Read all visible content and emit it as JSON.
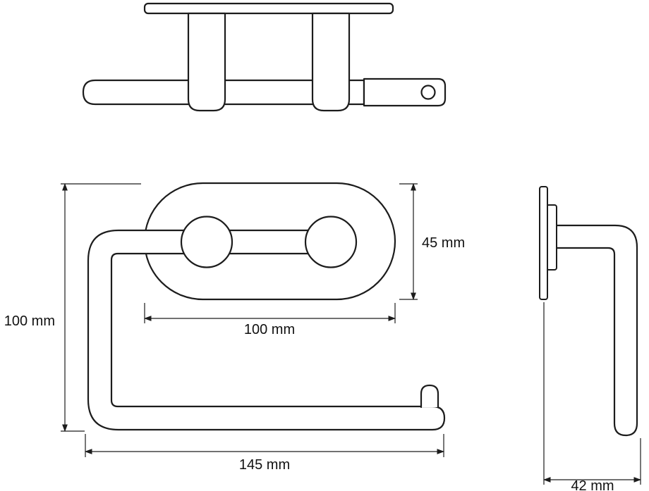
{
  "colors": {
    "background": "#ffffff",
    "line": "#1c1c1c",
    "text": "#111111"
  },
  "dimensions": {
    "overall_height": {
      "label": "100 mm"
    },
    "plate_height": {
      "label": "45 mm"
    },
    "plate_width": {
      "label": "100 mm"
    },
    "overall_width": {
      "label": "145 mm"
    },
    "depth": {
      "label": "42 mm"
    }
  }
}
